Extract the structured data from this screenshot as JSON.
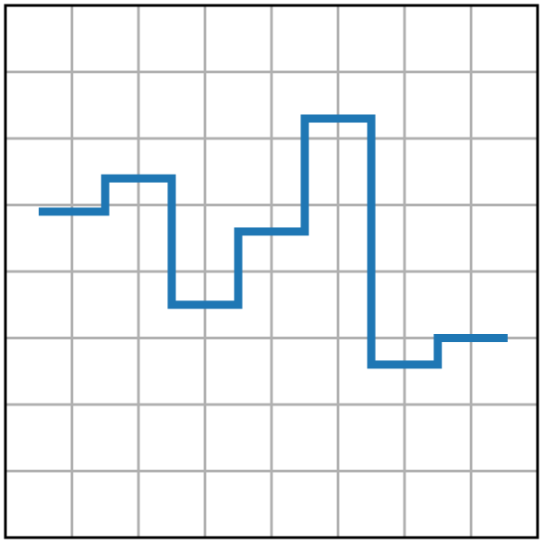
{
  "chart_data": {
    "type": "line",
    "step": "post",
    "title": "",
    "xlabel": "",
    "ylabel": "",
    "grid": true,
    "xlim": [
      0,
      8
    ],
    "ylim": [
      0,
      8
    ],
    "x": [
      0.5,
      1.5,
      2.5,
      3.5,
      4.5,
      5.5,
      6.5
    ],
    "y": [
      4.9,
      5.4,
      3.5,
      4.6,
      6.3,
      2.6,
      3.0
    ],
    "x_end": 7.55,
    "series": [
      {
        "values": [
          4.9,
          5.4,
          3.5,
          4.6,
          6.3,
          2.6,
          3.0
        ]
      }
    ],
    "colors": {
      "line": "#1f77b4",
      "grid": "#b0b0b0",
      "frame": "#000000",
      "background": "#ffffff"
    }
  }
}
